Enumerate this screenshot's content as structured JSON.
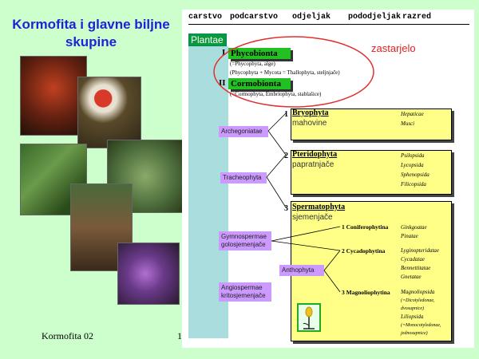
{
  "slide": {
    "title_line1": "Kormofita i glavne biljne",
    "title_line2": "skupine",
    "footer_left": "Kormofita 02",
    "footer_mid": "1"
  },
  "table": {
    "headers": [
      "carstvo",
      "podcarstvo",
      "odjeljak",
      "pododjeljak",
      "razred"
    ],
    "kingdom": "Plantae",
    "note": "zastarjelo"
  },
  "subkingdoms": [
    {
      "roman": "I",
      "name": "Phycobionta",
      "note1": "(=Phycophyta, alge)",
      "note2": "(Phycophyta + Mycota = Thallophyta, steljnjače)"
    },
    {
      "roman": "II",
      "name": "Cormobionta",
      "note1": "(=Cormophyta, Embriophyta, stablašice)"
    }
  ],
  "divisions": [
    {
      "num": "1",
      "name": "Bryophyta",
      "croatian": "mahovine",
      "classes": [
        "Hepaticae",
        "Musci"
      ]
    },
    {
      "num": "2",
      "name": "Pteridophyta",
      "croatian": "papratnjače",
      "classes": [
        "Psilopsida",
        "Lycopsida",
        "Sphenopsida",
        "Filicopsida"
      ]
    },
    {
      "num": "3",
      "name": "Spermatophyta",
      "croatian": "sjemenjače"
    }
  ],
  "subdivisions": [
    {
      "label": "1  Coniferophytina",
      "classes": [
        "Ginkgoatae",
        "Pinatae"
      ]
    },
    {
      "label": "2  Cycadophytina",
      "classes": [
        "Lyginopteridatae",
        "Cycadatae",
        "Bennettitatae",
        "Gnetatae"
      ]
    },
    {
      "label": "3  Magnoliophytina",
      "classes": [
        "Magnoliopsida",
        "(=Dicotyledonae,",
        "dvosupnice)",
        "Liliopsida",
        "(=Monocotyledonae,",
        "jednosupnice)"
      ]
    }
  ],
  "groups": {
    "archegoniatae": "Archegoniatae",
    "tracheophyta": "Tracheophyta",
    "gymno1": "Gymnospermae",
    "gymno2": "golosjemenjače",
    "angio1": "Angiospermae",
    "angio2": "kritosjemenjače",
    "anthophyta": "Anthophyta"
  },
  "colors": {
    "title": "#1f22d8",
    "background": "#ccffcc",
    "ellipse": "#e03030",
    "greenbar": "#22c022",
    "yellowbox": "#ffff88",
    "purplebox": "#cc99ff"
  }
}
